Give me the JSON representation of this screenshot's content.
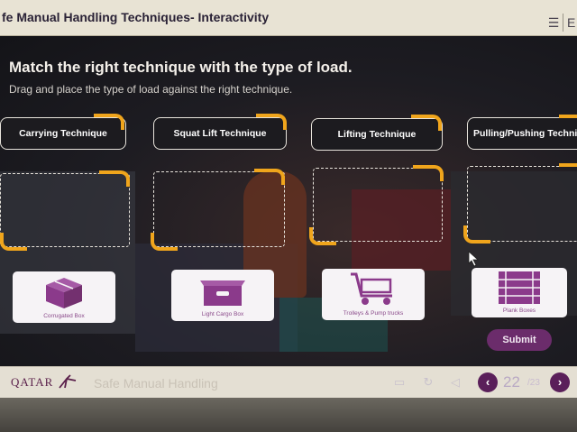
{
  "window": {
    "title": "fe Manual Handling Techniques- Interactivity",
    "menu_icon": "menu-icon",
    "menu_glyph": "☰",
    "edge_text": "E"
  },
  "activity": {
    "heading": "Match the right technique with the type of load.",
    "instruction": "Drag and place the type of load against the right technique.",
    "techniques": [
      {
        "label": "Carrying Technique"
      },
      {
        "label": "Squat Lift Technique"
      },
      {
        "label": "Lifting Technique"
      },
      {
        "label": "Pulling/Pushing Technique"
      }
    ],
    "loads": [
      {
        "label": "Corrugated Box",
        "icon": "corrugated-box-icon"
      },
      {
        "label": "Light Cargo Box",
        "icon": "light-cargo-box-icon"
      },
      {
        "label": "Trolleys & Pump trucks",
        "icon": "trolley-icon"
      },
      {
        "label": "Plank Boxes",
        "icon": "plank-boxes-icon"
      }
    ],
    "submit_label": "Submit"
  },
  "footer": {
    "brand": "QATAR",
    "course_title": "Safe Manual Handling",
    "page_current": "22",
    "page_total": "/23",
    "prev_glyph": "‹",
    "next_glyph": "›"
  },
  "colors": {
    "accent": "#f0a51c",
    "brand_purple": "#6b2c6b",
    "card_icon": "#8b3a8b"
  }
}
